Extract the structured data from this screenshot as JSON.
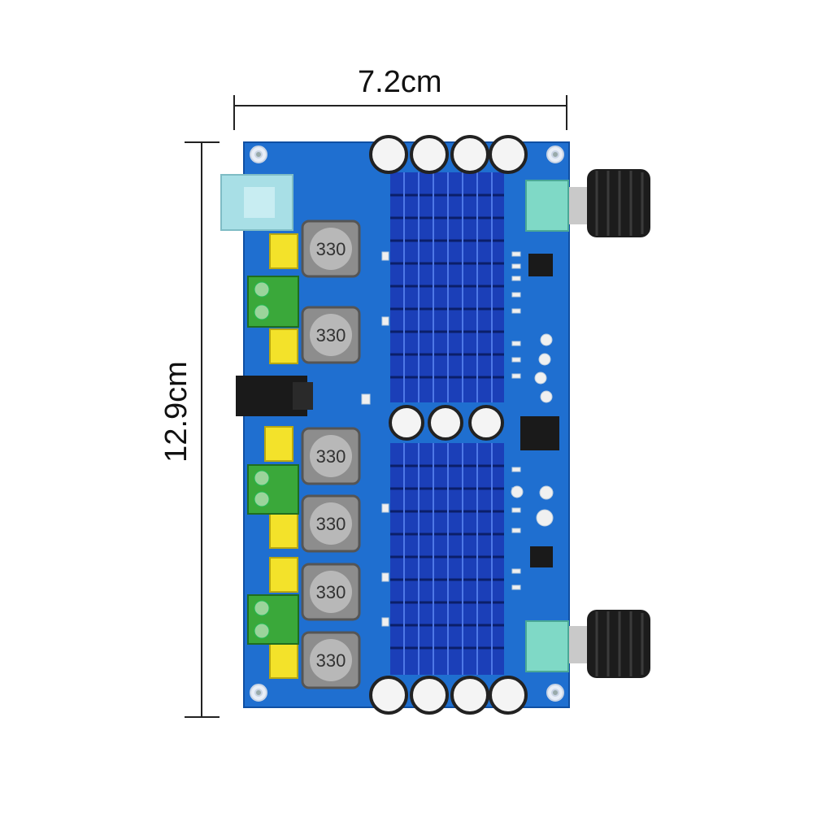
{
  "dimensions": {
    "width_label": "7.2cm",
    "height_label": "12.9cm"
  },
  "board": {
    "inductor_label": "330",
    "colors": {
      "pcb": "#1f6fd0",
      "heatsink": "#1b3fb8",
      "terminal_green": "#3aa83a",
      "capacitor_yellow": "#f3e22a",
      "knob": "#1c1c1c"
    }
  }
}
